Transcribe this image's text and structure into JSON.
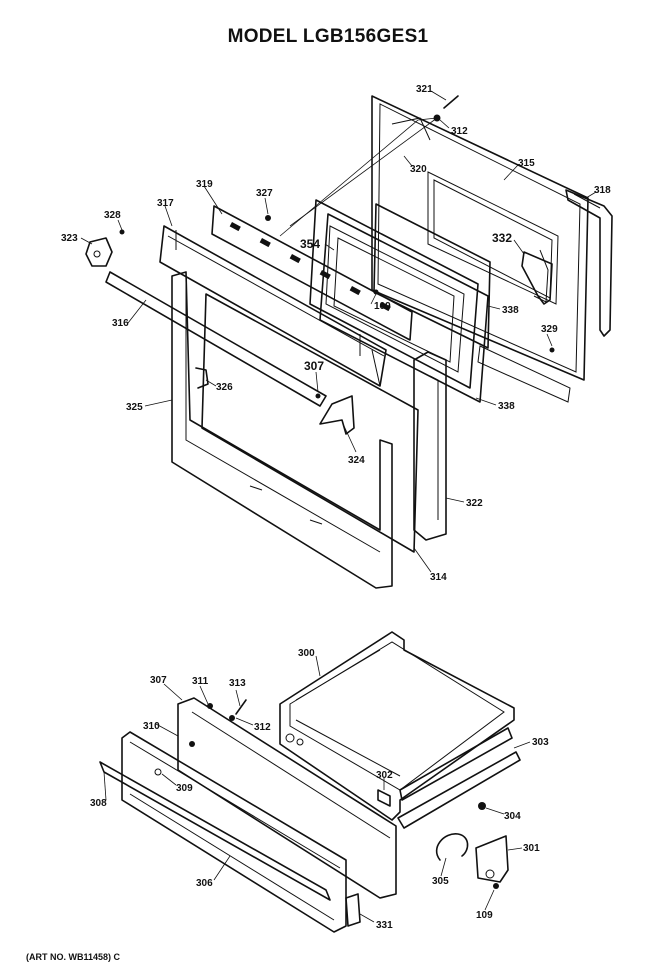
{
  "title": "MODEL LGB156GES1",
  "art_number": "(ART NO. WB11458) C",
  "callouts": [
    {
      "id": "c321",
      "text": "321"
    },
    {
      "id": "c312a",
      "text": "312"
    },
    {
      "id": "c320",
      "text": "320"
    },
    {
      "id": "c315",
      "text": "315"
    },
    {
      "id": "c318",
      "text": "318"
    },
    {
      "id": "c319",
      "text": "319"
    },
    {
      "id": "c327",
      "text": "327"
    },
    {
      "id": "c317",
      "text": "317"
    },
    {
      "id": "c328",
      "text": "328"
    },
    {
      "id": "c323",
      "text": "323"
    },
    {
      "id": "c354",
      "text": "354"
    },
    {
      "id": "c332",
      "text": "332"
    },
    {
      "id": "c109a",
      "text": "109"
    },
    {
      "id": "c338a",
      "text": "338"
    },
    {
      "id": "c316",
      "text": "316"
    },
    {
      "id": "c329",
      "text": "329"
    },
    {
      "id": "c326",
      "text": "326"
    },
    {
      "id": "c307a",
      "text": "307"
    },
    {
      "id": "c338b",
      "text": "338"
    },
    {
      "id": "c325",
      "text": "325"
    },
    {
      "id": "c324",
      "text": "324"
    },
    {
      "id": "c322",
      "text": "322"
    },
    {
      "id": "c314",
      "text": "314"
    },
    {
      "id": "c300",
      "text": "300"
    },
    {
      "id": "c307b",
      "text": "307"
    },
    {
      "id": "c311",
      "text": "311"
    },
    {
      "id": "c313",
      "text": "313"
    },
    {
      "id": "c312b",
      "text": "312"
    },
    {
      "id": "c310",
      "text": "310"
    },
    {
      "id": "c303",
      "text": "303"
    },
    {
      "id": "c309",
      "text": "309"
    },
    {
      "id": "c302",
      "text": "302"
    },
    {
      "id": "c308",
      "text": "308"
    },
    {
      "id": "c304",
      "text": "304"
    },
    {
      "id": "c301",
      "text": "301"
    },
    {
      "id": "c305",
      "text": "305"
    },
    {
      "id": "c306",
      "text": "306"
    },
    {
      "id": "c109b",
      "text": "109"
    },
    {
      "id": "c331",
      "text": "331"
    }
  ]
}
